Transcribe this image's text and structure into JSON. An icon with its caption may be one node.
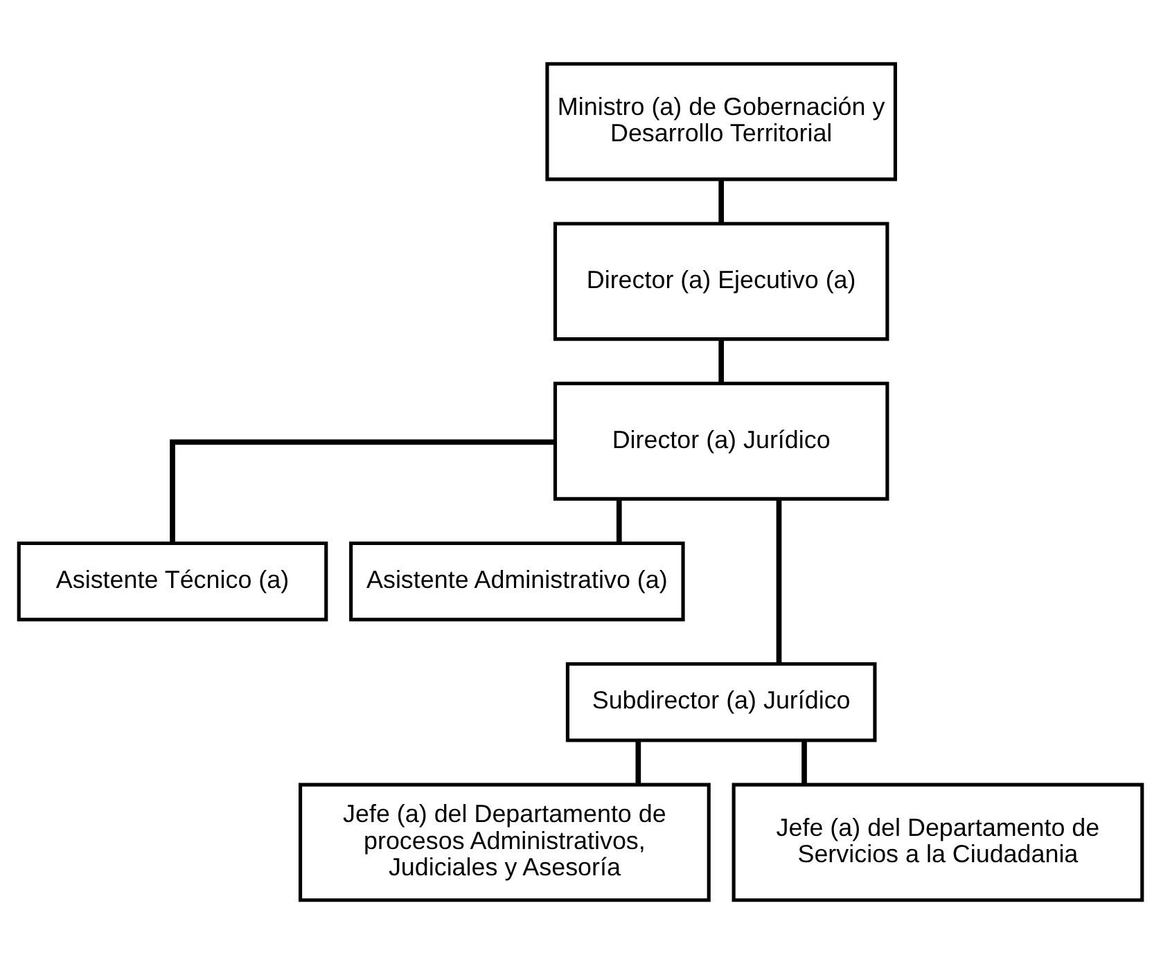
{
  "diagram": {
    "nodes": [
      {
        "text": [
          "Ministro (a) de Gobernación y Desarrollo Territorial"
        ]
      },
      {
        "text": [
          "Director (a) Ejecutivo (a)"
        ]
      },
      {
        "text": [
          "Director (a) Jurídico"
        ]
      },
      {
        "text": [
          "Asistente Técnico (a)"
        ]
      },
      {
        "text": [
          "Asistente Administrativo (a)"
        ]
      },
      {
        "text": [
          "Subdirector (a) Jurídico"
        ]
      },
      {
        "text": [
          "Jefe (a) del Departamento de procesos Administrativos, Judiciales y Asesoría"
        ]
      },
      {
        "text": [
          "Jefe (a) del Departamento de Servicios a la Ciudadania"
        ]
      }
    ],
    "edges": [
      {
        "from": 0,
        "to": 1,
        "arrow": "none"
      },
      {
        "from": 1,
        "to": 2,
        "arrow": "none"
      },
      {
        "from": 2,
        "to": 3,
        "arrow": "none"
      },
      {
        "from": 2,
        "to": 4,
        "arrow": "none"
      },
      {
        "from": 2,
        "to": 5,
        "arrow": "none"
      },
      {
        "from": 5,
        "to": 6,
        "arrow": "none"
      },
      {
        "from": 5,
        "to": 7,
        "arrow": "none"
      }
    ]
  }
}
